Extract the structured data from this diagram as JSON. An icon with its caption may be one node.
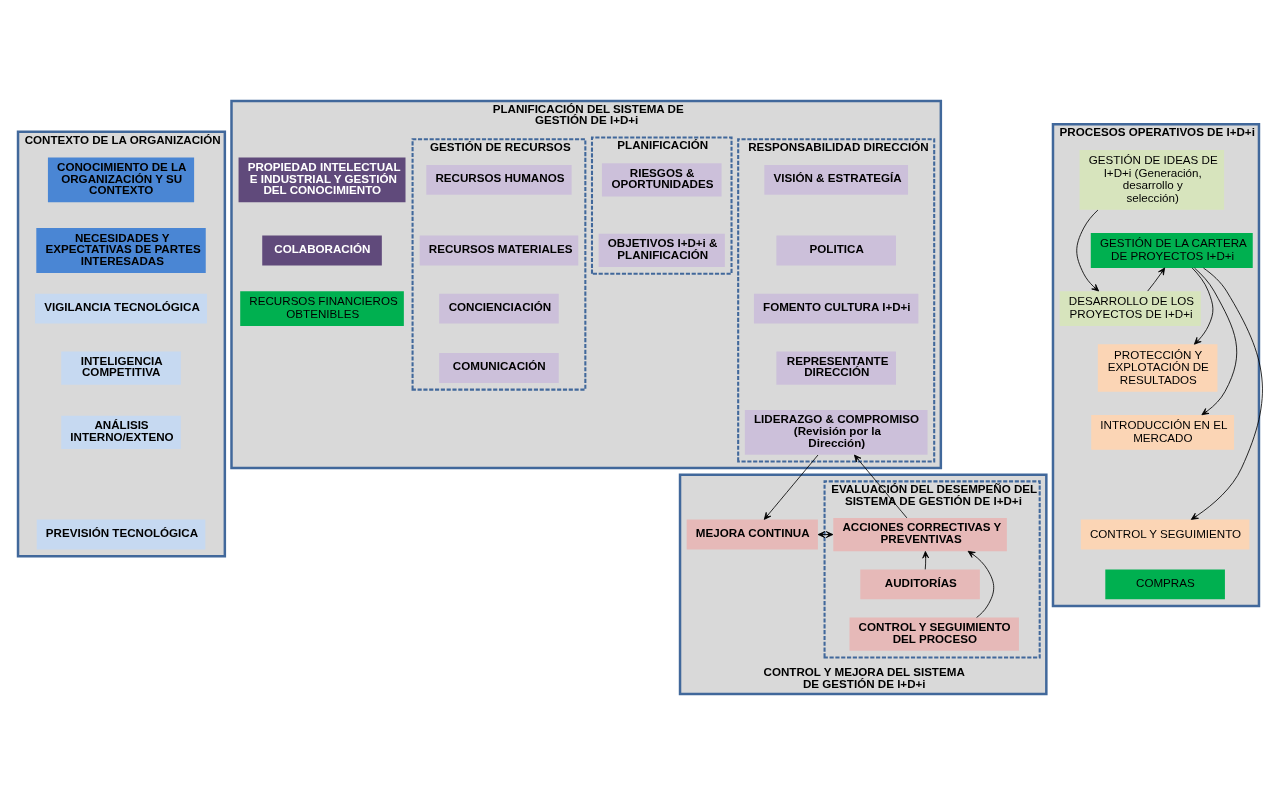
{
  "diagram": {
    "nodes": [
      {
        "text": [
          "CONTEXTO DE LA ORGANIZACIÓN"
        ]
      },
      {
        "text": [
          "CONOCIMIENTO DE LA ORGANIZACIÓN Y SU CONTEXTO"
        ],
        "in": 0
      },
      {
        "text": [
          "NECESIDADES Y EXPECTATIVAS DE PARTES INTERESADAS"
        ],
        "in": 0
      },
      {
        "text": [
          "VIGILANCIA TECNOLÓGICA"
        ],
        "in": 0
      },
      {
        "text": [
          "INTELIGENCIA COMPETITIVA"
        ],
        "in": 0
      },
      {
        "text": [
          "ANÁLISIS INTERNO/EXTENO"
        ],
        "in": 0
      },
      {
        "text": [
          "PREVISIÓN TECNOLÓGICA"
        ],
        "in": 0
      },
      {
        "text": [
          "PLANIFICACIÓN DEL SISTEMA DE GESTIÓN DE I+D+i"
        ]
      },
      {
        "text": [
          "RESPONSABILIDAD DIRECCIÓN"
        ],
        "in": 7
      },
      {
        "text": [
          "VISIÓN & ESTRATEGÍA"
        ],
        "in": 8
      },
      {
        "text": [
          "POLITICA"
        ],
        "in": 8
      },
      {
        "text": [
          "FOMENTO CULTURA I+D+i"
        ],
        "in": 8
      },
      {
        "text": [
          "REPRESENTANTE DIRECCIÓN"
        ],
        "in": 8
      },
      {
        "text": [
          "LIDERAZGO & COMPROMISO (Revisión por la Dirección)"
        ],
        "in": 8
      },
      {
        "text": [
          "PLANIFICACIÓN"
        ],
        "in": 7
      },
      {
        "text": [
          "RIESGOS & OPORTUNIDADES"
        ],
        "in": 14
      },
      {
        "text": [
          "OBJETIVOS I+D+i & PLANIFICACIÓN"
        ],
        "in": 14
      },
      {
        "text": [
          "GESTIÓN DE RECURSOS"
        ],
        "in": 7
      },
      {
        "text": [
          "RECURSOS HUMANOS"
        ],
        "in": 17
      },
      {
        "text": [
          "RECURSOS MATERIALES"
        ],
        "in": 17
      },
      {
        "text": [
          "CONCIENCIACIÓN"
        ],
        "in": 17
      },
      {
        "text": [
          "COMUNICACIÓN"
        ],
        "in": 17
      },
      {
        "text": [
          "PROPIEDAD INTELECTUAL E INDUSTRIAL Y GESTIÓN DEL CONOCIMIENTO"
        ],
        "in": 7
      },
      {
        "text": [
          "COLABORACIÓN"
        ],
        "in": 7
      },
      {
        "text": [
          "RECURSOS FINANCIEROS OBTENIBLES"
        ],
        "in": 7
      },
      {
        "text": [
          "CONTROL Y MEJORA DEL SISTEMA DE GESTIÓN DE I+D+i"
        ]
      },
      {
        "text": [
          "MEJORA CONTINUA"
        ],
        "in": 25
      },
      {
        "text": [
          "EVALUACIÓN DEL DESEMPEÑO DEL SISTEMA DE GESTIÓN DE I+D+i"
        ],
        "in": 25
      },
      {
        "text": [
          "ACCIONES CORRECTIVAS Y PREVENTIVAS"
        ],
        "in": 27
      },
      {
        "text": [
          "AUDITORÍAS"
        ],
        "in": 27
      },
      {
        "text": [
          "CONTROL Y SEGUIMIENTO DEL PROCESO"
        ],
        "in": 27
      },
      {
        "text": [
          "PROCESOS OPERATIVOS DE I+D+i"
        ]
      },
      {
        "text": [
          "GESTIÓN DE IDEAS DE I+D+i (Generación, desarrollo y selección)"
        ],
        "in": 31
      },
      {
        "text": [
          "GESTIÓN DE LA CARTERA DE PROYECTOS I+D+i"
        ],
        "in": 31
      },
      {
        "text": [
          "DESARROLLO DE LOS PROYECTOS DE I+D+i"
        ],
        "in": 31
      },
      {
        "text": [
          "PROTECCIÓN Y EXPLOTACIÓN DE RESULTADOS"
        ],
        "in": 31
      },
      {
        "text": [
          "INTRODUCCIÓN EN EL MERCADO"
        ],
        "in": 31
      },
      {
        "text": [
          "CONTROL Y SEGUIMIENTO"
        ],
        "in": 31
      },
      {
        "text": [
          "COMPRAS"
        ],
        "in": 31
      }
    ],
    "edges": [
      {
        "from": 13,
        "to": 26,
        "arrow": "to"
      },
      {
        "from": 26,
        "to": 28,
        "arrow": "both"
      },
      {
        "from": 28,
        "to": 13,
        "arrow": "to"
      },
      {
        "from": 29,
        "to": 28,
        "arrow": "to"
      },
      {
        "from": 30,
        "to": 28,
        "arrow": "to"
      },
      {
        "from": 32,
        "to": 34,
        "arrow": "to"
      },
      {
        "from": 34,
        "to": 33,
        "arrow": "to"
      },
      {
        "from": 33,
        "to": 35,
        "arrow": "to"
      },
      {
        "from": 33,
        "to": 36,
        "arrow": "to"
      },
      {
        "from": 33,
        "to": 37,
        "arrow": "to"
      }
    ]
  }
}
